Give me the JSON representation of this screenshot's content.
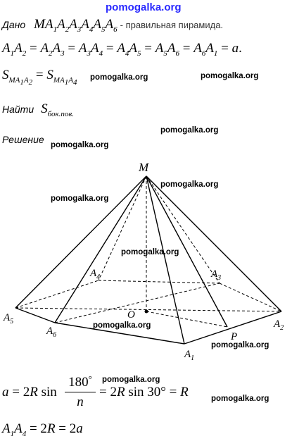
{
  "header": {
    "site": "pomogalka.org"
  },
  "given": {
    "label": "Дано",
    "pyramid": "MA1A2A3A4A5A6",
    "description": "- правильная пирамида."
  },
  "line_edges": {
    "text": "A1A2 = A2A3 = A3A4 = A4A5 = A5A6 = A6A1 = a."
  },
  "line_areas": {
    "text": "S(MA1A2) = S(MA1A4)"
  },
  "find": {
    "label": "Найти",
    "target": "S",
    "target_sub": "бок.пов."
  },
  "solution": {
    "label": "Решение"
  },
  "figure": {
    "vertices": {
      "M": "M",
      "A1": "A1",
      "A2": "A2",
      "A3": "A3",
      "A4": "A4",
      "A5": "A5",
      "A6": "A6",
      "O": "O",
      "P": "P"
    }
  },
  "formula1": {
    "text": "a = 2R sin 180°/n = 2R sin 30° = R"
  },
  "formula2": {
    "text": "A1A4 = 2R = 2a"
  },
  "watermark": "pomogalka.org"
}
